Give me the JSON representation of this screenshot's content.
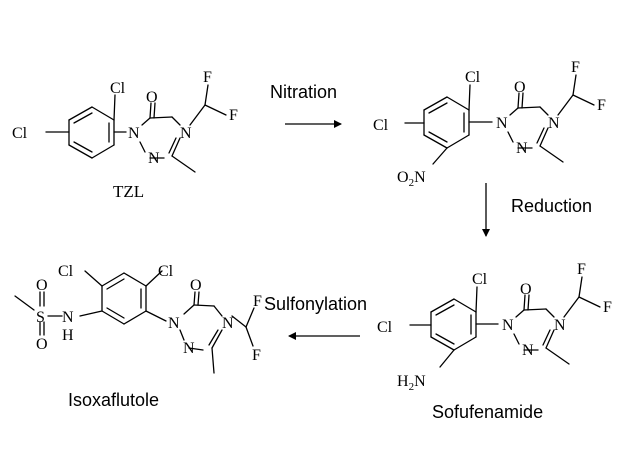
{
  "compounds": {
    "tzl": "TZL",
    "sofufenamide": "Sofufenamide",
    "isoxaflutole": "Isoxaflutole"
  },
  "steps": {
    "nitration": "Nitration",
    "reduction": "Reduction",
    "sulfonylation": "Sulfonylation"
  },
  "atoms": {
    "cl": "Cl",
    "o": "O",
    "n": "N",
    "f": "F",
    "s": "S",
    "h": "H",
    "o2n_o": "O",
    "o2n_sub": "2",
    "o2n_n": "N",
    "h2n_h": "H",
    "h2n_sub": "2",
    "h2n_n": "N"
  }
}
